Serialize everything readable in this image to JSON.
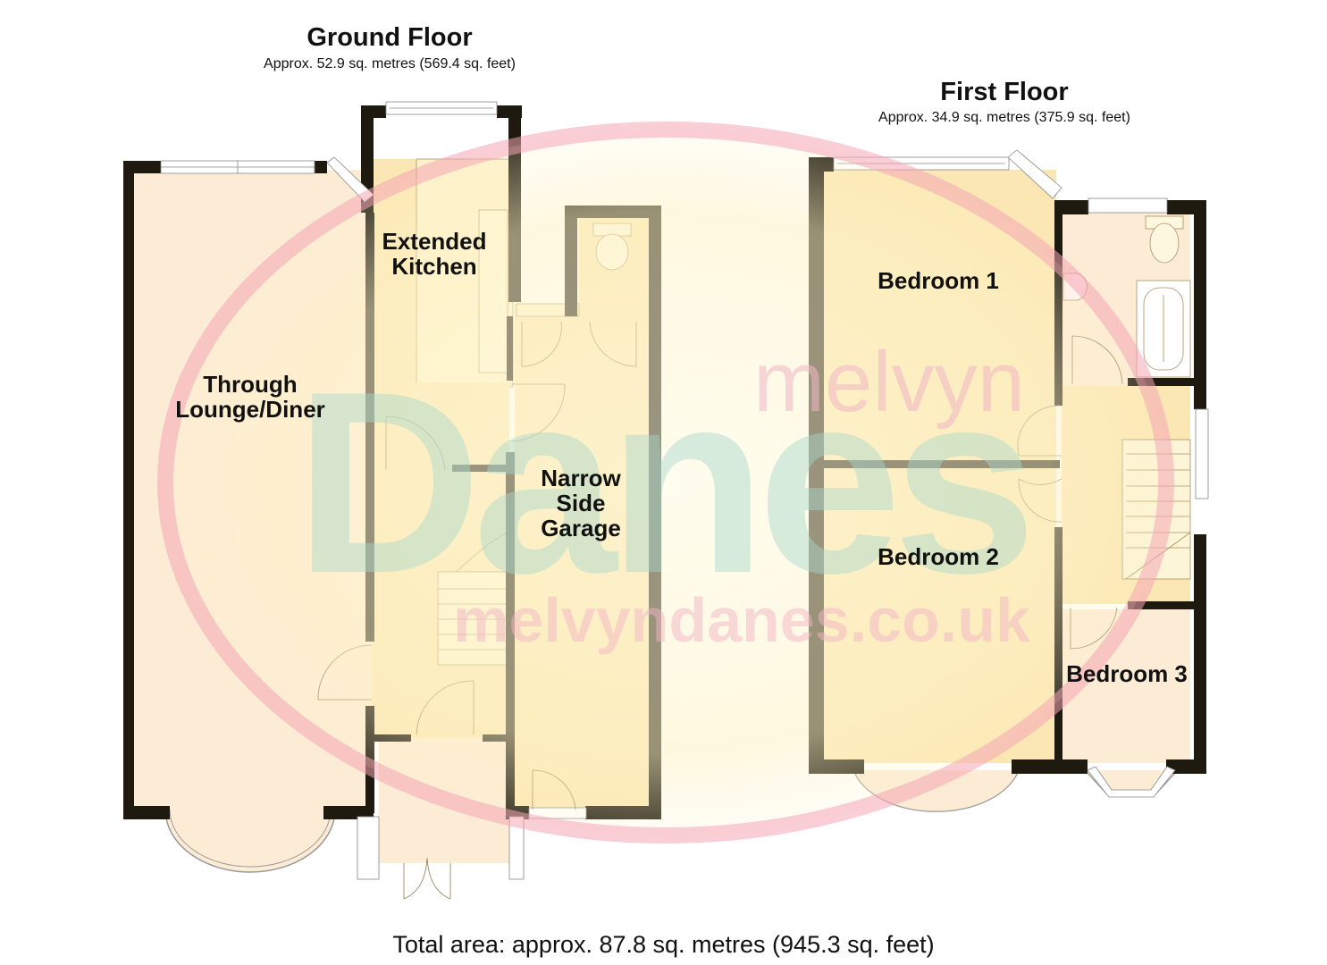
{
  "ground_floor": {
    "title": "Ground Floor",
    "area": "Approx. 52.9 sq. metres (569.4 sq. feet)",
    "rooms": [
      {
        "name": "Through Lounge/Diner",
        "line1": "Through",
        "line2": "Lounge/Diner"
      },
      {
        "name": "Extended Kitchen",
        "line1": "Extended",
        "line2": "Kitchen"
      },
      {
        "name": "Narrow Side Garage",
        "line1": "Narrow",
        "line2": "Side",
        "line3": "Garage"
      }
    ]
  },
  "first_floor": {
    "title": "First Floor",
    "area": "Approx. 34.9 sq. metres (375.9 sq. feet)",
    "rooms": [
      {
        "name": "Bedroom 1"
      },
      {
        "name": "Bedroom 2"
      },
      {
        "name": "Bedroom 3"
      }
    ]
  },
  "total_area": "Total area: approx. 87.8 sq. metres (945.3 sq. feet)",
  "watermark": {
    "line1": "melvyn",
    "line2": "Danes",
    "line3": "melvyndanes.co.uk",
    "colors": {
      "ring": "#f4a6b4",
      "danes": "#a8d8cc",
      "url": "#f2b6c6",
      "center_glow": "#fff6c8"
    }
  },
  "colors": {
    "wall": "#1e1a10",
    "room_fill": "#fbe7b4",
    "room_fill_light": "#fcecd6",
    "window_fill": "#ffffff",
    "text": "#111111"
  }
}
